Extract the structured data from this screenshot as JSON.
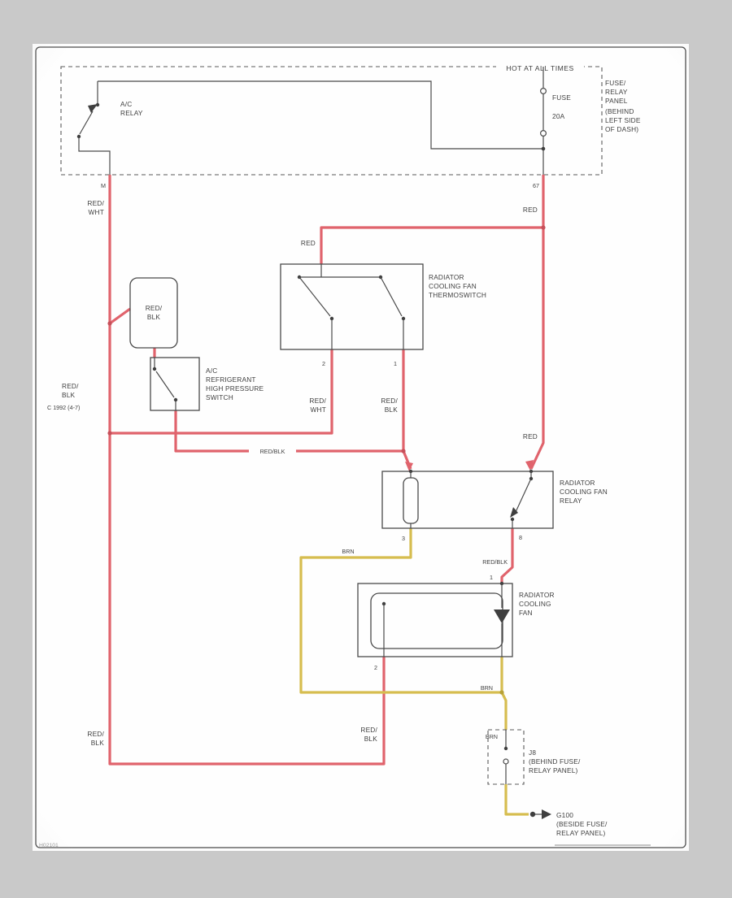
{
  "colors": {
    "wire_red": "#e0636c",
    "wire_brown": "#d6bd4f",
    "ink": "#4a4a4a",
    "paper": "#ffffff",
    "background": "#c9c9c9"
  },
  "corner_code": "H02101",
  "power": {
    "hot_label": "HOT AT ALL TIMES"
  },
  "ac_relay": {
    "label": [
      "A/C",
      "RELAY"
    ],
    "pin": "M",
    "wire": [
      "RED/",
      "WHT"
    ]
  },
  "fuse": {
    "label": "FUSE",
    "rating": "20A",
    "pin": "67",
    "wire": "RED"
  },
  "fuse_panel_note": [
    "FUSE/",
    "RELAY",
    "PANEL",
    "(BEHIND",
    "LEFT SIDE",
    "OF DASH)"
  ],
  "thermoswitch": {
    "label": [
      "RADIATOR",
      "COOLING FAN",
      "THERMOSWITCH"
    ],
    "feed_wire": "RED",
    "pin_left": "2",
    "pin_right": "1",
    "wire_left": [
      "RED/",
      "WHT"
    ],
    "wire_right": [
      "RED/",
      "BLK"
    ]
  },
  "inline_connector": {
    "wire": [
      "RED/",
      "BLK"
    ]
  },
  "pressure_switch": {
    "label": [
      "A/C",
      "REFRIGERANT",
      "HIGH PRESSURE",
      "SWITCH"
    ]
  },
  "left_margin_wire": {
    "color": [
      "RED/",
      "BLK"
    ],
    "note": "C 1992 (4-7)"
  },
  "coil_feed_wire": "RED/BLK",
  "fan_relay": {
    "label": [
      "RADIATOR",
      "COOLING FAN",
      "RELAY"
    ],
    "pin_left": "3",
    "pin_right": "8"
  },
  "cooling_fan": {
    "label": [
      "RADIATOR",
      "COOLING",
      "FAN"
    ],
    "pin_top": "1",
    "pin_bottom": "2",
    "wire_top": "RED/BLK"
  },
  "bottom_left_wire": [
    "RED/",
    "BLK"
  ],
  "bottom_mid_wire": [
    "RED/",
    "BLK"
  ],
  "brown_wire": "BRN",
  "jbox": {
    "label": [
      "J8",
      "(BEHIND FUSE/",
      "RELAY PANEL)"
    ]
  },
  "ground": {
    "label": [
      "G100",
      "(BESIDE FUSE/",
      "RELAY PANEL)"
    ]
  }
}
